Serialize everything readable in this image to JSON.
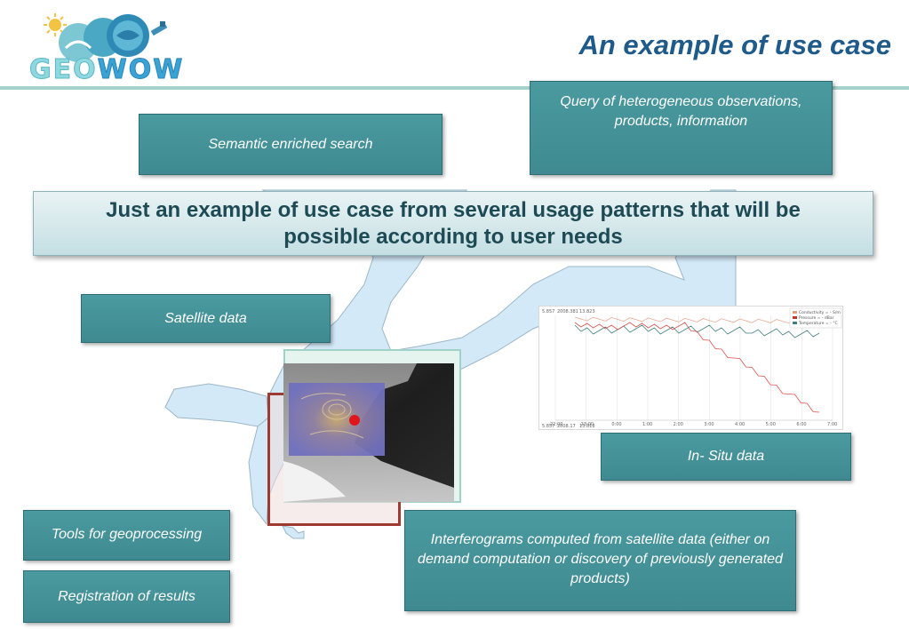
{
  "logo": {
    "text_geo": "GEO",
    "text_wow": "WOW"
  },
  "title": "An example of use case",
  "banner": "Just an example of use case from several usage patterns that will be possible according to user needs",
  "boxes": {
    "semantic_search": "Semantic enriched search",
    "query": "Query of heterogeneous observations, products, information",
    "satellite": "Satellite data",
    "in_situ": "In- Situ data",
    "tools": "Tools for geoprocessing",
    "registration": "Registration of results",
    "interferograms": "Interferograms computed from satellite data (either on demand computation or discovery of previously generated products)"
  },
  "in_situ_chart": {
    "header_values": [
      "5.857",
      "2008.381",
      "13.823"
    ],
    "footer_values": [
      "5.857",
      "2008.17",
      "13.818"
    ],
    "x_ticks": [
      "22:00",
      "23:00",
      "0:00",
      "1:00",
      "2:00",
      "3:00",
      "4:00",
      "5:00",
      "6:00",
      "7:00"
    ],
    "legend": [
      {
        "name": "Conductivity = - S/m",
        "color": "#e0a080"
      },
      {
        "name": "Pressure = - dBar",
        "color": "#c0392b"
      },
      {
        "name": "Temperature = - °C",
        "color": "#3f7f7f"
      }
    ],
    "colors": {
      "conductivity": "#e8a990",
      "pressure": "#d9534f",
      "temperature": "#3e7f7c"
    }
  },
  "colors": {
    "title": "#1e5a8a",
    "box_fill": "#438f96",
    "banner_text": "#1d4a54",
    "rule": "#a6d1cc",
    "map_land": "#d3e9f7"
  }
}
